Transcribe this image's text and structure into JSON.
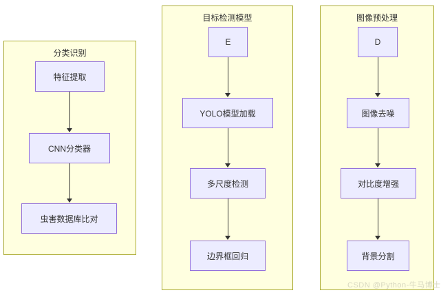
{
  "diagram": {
    "type": "flowchart",
    "clusters": [
      {
        "id": "cluster-classification",
        "title": "分类识别",
        "nodes": [
          {
            "id": "node-feature-extraction",
            "label": "特征提取"
          },
          {
            "id": "node-cnn-classifier",
            "label": "CNN分类器"
          },
          {
            "id": "node-pest-database-compare",
            "label": "虫害数据库比对"
          }
        ],
        "edges": [
          {
            "from": "特征提取",
            "to": "CNN分类器"
          },
          {
            "from": "CNN分类器",
            "to": "虫害数据库比对"
          }
        ]
      },
      {
        "id": "cluster-object-detection",
        "title": "目标检测模型",
        "nodes": [
          {
            "id": "node-e",
            "label": "E"
          },
          {
            "id": "node-yolo-model-load",
            "label": "YOLO模型加载"
          },
          {
            "id": "node-multiscale-detection",
            "label": "多尺度检测"
          },
          {
            "id": "node-bbox-regression",
            "label": "边界框回归"
          }
        ],
        "edges": [
          {
            "from": "E",
            "to": "YOLO模型加载"
          },
          {
            "from": "YOLO模型加载",
            "to": "多尺度检测"
          },
          {
            "from": "多尺度检测",
            "to": "边界框回归"
          }
        ]
      },
      {
        "id": "cluster-image-preprocessing",
        "title": "图像预处理",
        "nodes": [
          {
            "id": "node-d",
            "label": "D"
          },
          {
            "id": "node-image-denoise",
            "label": "图像去噪"
          },
          {
            "id": "node-contrast-enhance",
            "label": "对比度增强"
          },
          {
            "id": "node-background-segmentation",
            "label": "背景分割"
          }
        ],
        "edges": [
          {
            "from": "D",
            "to": "图像去噪"
          },
          {
            "from": "图像去噪",
            "to": "对比度增强"
          },
          {
            "from": "对比度增强",
            "to": "背景分割"
          }
        ]
      }
    ],
    "watermark": "CSDN @Python-牛马博士",
    "colors": {
      "cluster_fill": "#ffffe0",
      "cluster_border": "#aaaa33",
      "node_fill": "#ececff",
      "node_border": "#9370db",
      "edge": "#333333",
      "text": "#333333",
      "watermark": "#d8d8c0"
    }
  }
}
